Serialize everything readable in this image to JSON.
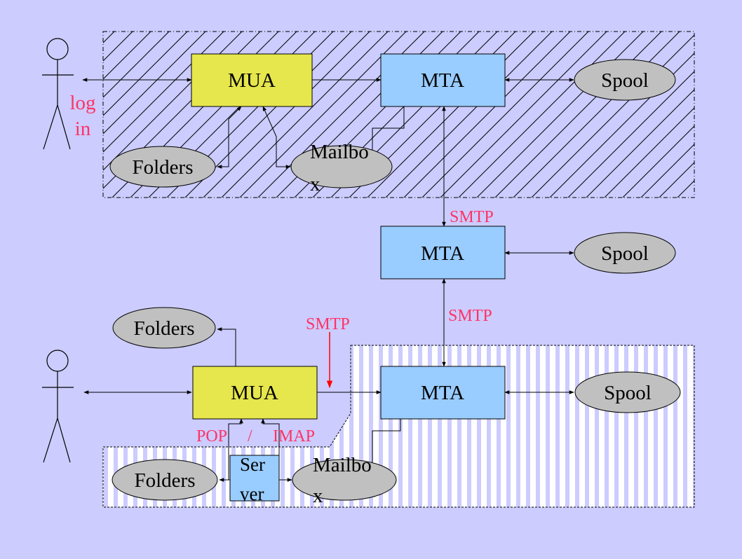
{
  "colors": {
    "background": "#ccccff",
    "mua_fill": "#e6e64d",
    "mta_fill": "#99ccff",
    "ellipse_fill": "#c0c0c0",
    "label_pink": "#ff3366",
    "arrow_red": "#ff0000",
    "line": "#000000"
  },
  "top": {
    "mua": "MUA",
    "mta": "MTA",
    "spool": "Spool",
    "folders": "Folders",
    "mailbox_line1": "Mailbo",
    "mailbox_line2": "x",
    "login_line1": "log",
    "login_line2": "in"
  },
  "middle": {
    "mta": "MTA",
    "spool": "Spool",
    "smtp_upper": "SMTP",
    "smtp_lower": "SMTP"
  },
  "bottom": {
    "mua": "MUA",
    "mta": "MTA",
    "spool": "Spool",
    "folders_upper": "Folders",
    "folders_lower": "Folders",
    "mailbox_line1": "Mailbo",
    "mailbox_line2": "x",
    "server_line1": "Ser",
    "server_line2": "ver",
    "smtp": "SMTP",
    "pop": "POP",
    "slash": "/",
    "imap": "IMAP"
  }
}
